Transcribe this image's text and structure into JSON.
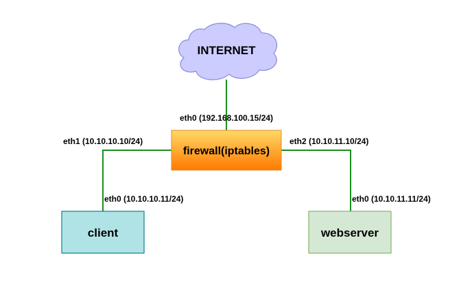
{
  "nodes": {
    "internet": {
      "label": "INTERNET",
      "fill": "#ccccff",
      "stroke": "#8a8ad8"
    },
    "firewall": {
      "label": "firewall(iptables)",
      "gradient_top": "#ffd966",
      "gradient_bottom": "#ff7a00",
      "stroke": "#e08a2a"
    },
    "client": {
      "label": "client",
      "fill": "#b0e3e6",
      "stroke": "#0e8088"
    },
    "webserver": {
      "label": "webserver",
      "fill": "#d5e8d4",
      "stroke": "#82b366"
    }
  },
  "interfaces": {
    "firewall_eth0": "eth0 (192.168.100.15/24)",
    "firewall_eth1": "eth1 (10.10.10.10/24)",
    "firewall_eth2": "eth2 (10.10.11.10/24)",
    "client_eth0": "eth0 (10.10.10.11/24)",
    "webserver_eth0": "eth0 (10.10.11.11/24)"
  },
  "colors": {
    "link": "#1a8f1a"
  }
}
